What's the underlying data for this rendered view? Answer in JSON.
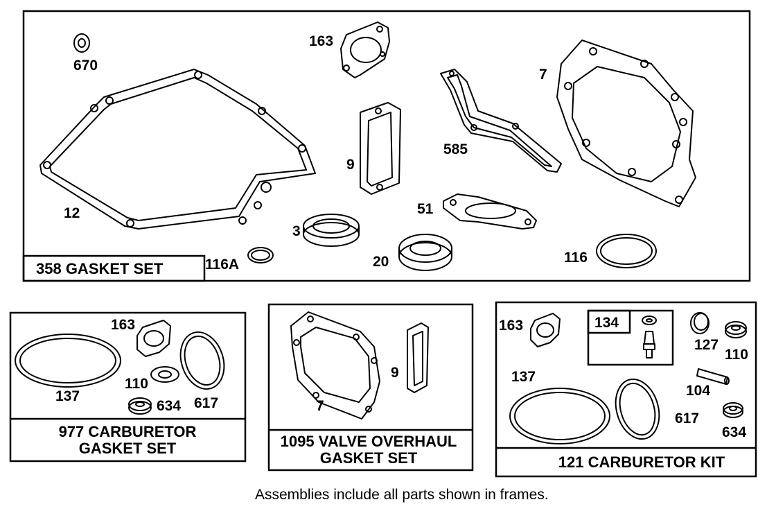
{
  "kits": {
    "main": {
      "title": "358 GASKET SET"
    },
    "carb_gasket": {
      "title_line1": "977 CARBURETOR",
      "title_line2": "GASKET SET"
    },
    "valve": {
      "title_line1": "1095 VALVE OVERHAUL",
      "title_line2": "GASKET SET"
    },
    "carb_kit": {
      "title": "121 CARBURETOR KIT"
    }
  },
  "callouts": {
    "main": {
      "p670": "670",
      "p163": "163",
      "p7": "7",
      "p9": "9",
      "p585": "585",
      "p12": "12",
      "p51": "51",
      "p3": "3",
      "p116a": "116A",
      "p20": "20",
      "p116": "116"
    },
    "carb_gasket": {
      "p163": "163",
      "p137": "137",
      "p110": "110",
      "p634": "634",
      "p617": "617"
    },
    "valve": {
      "p7": "7",
      "p9": "9"
    },
    "carb_kit": {
      "p163": "163",
      "p134": "134",
      "p127": "127",
      "p110": "110",
      "p137": "137",
      "p104": "104",
      "p617": "617",
      "p634": "634"
    }
  },
  "note": "Assemblies include all parts shown in frames."
}
